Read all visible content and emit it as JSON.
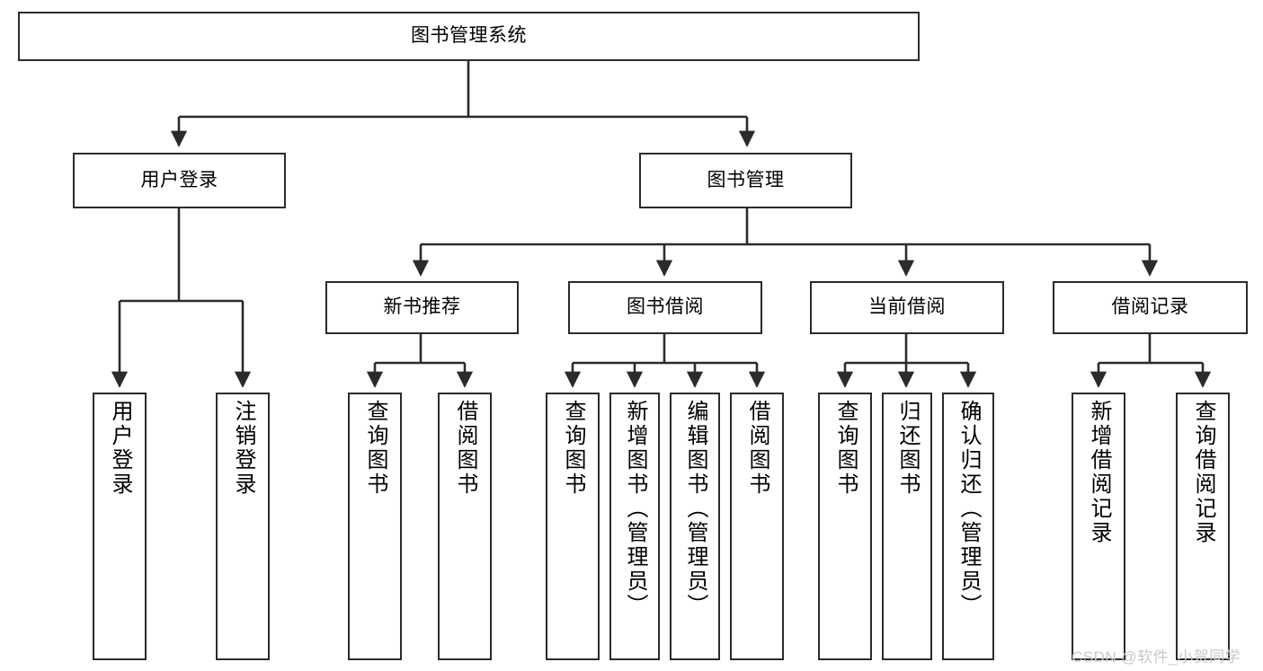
{
  "diagram": {
    "title": "图书管理系统",
    "type": "tree-hierarchy",
    "root": {
      "label": "图书管理系统"
    },
    "level2": [
      {
        "label": "用户登录"
      },
      {
        "label": "图书管理"
      }
    ],
    "level3": [
      {
        "label": "新书推荐"
      },
      {
        "label": "图书借阅"
      },
      {
        "label": "当前借阅"
      },
      {
        "label": "借阅记录"
      }
    ],
    "leaves": [
      {
        "label": "用户登录",
        "parent": "用户登录"
      },
      {
        "label": "注销登录",
        "parent": "用户登录"
      },
      {
        "label": "查询图书",
        "parent": "新书推荐"
      },
      {
        "label": "借阅图书",
        "parent": "新书推荐"
      },
      {
        "label": "查询图书",
        "parent": "图书借阅"
      },
      {
        "label": "新增图书（管理员）",
        "parent": "图书借阅"
      },
      {
        "label": "编辑图书（管理员）",
        "parent": "图书借阅"
      },
      {
        "label": "借阅图书",
        "parent": "图书借阅"
      },
      {
        "label": "查询图书",
        "parent": "当前借阅"
      },
      {
        "label": "归还图书",
        "parent": "当前借阅"
      },
      {
        "label": "确认归还（管理员）",
        "parent": "当前借阅"
      },
      {
        "label": "新增借阅记录",
        "parent": "借阅记录"
      },
      {
        "label": "查询借阅记录",
        "parent": "借阅记录"
      }
    ]
  },
  "watermark": {
    "text": "CSDN @软件_小贺同学"
  },
  "colors": {
    "stroke": "#2b2b2b",
    "background": "#ffffff",
    "text": "#000000",
    "watermark": "#c9c9c9"
  }
}
